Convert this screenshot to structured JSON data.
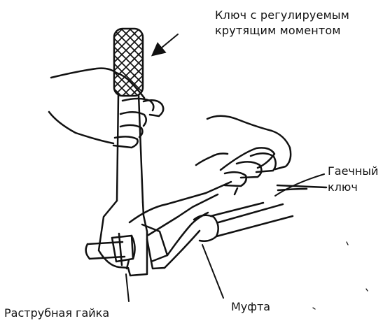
{
  "labels": {
    "torque_wrench": [
      "Ключ с регулируемым",
      "крутящим моментом"
    ],
    "open_end_wrench": [
      "Гаечный",
      "ключ"
    ],
    "coupling": "Муфта",
    "flare_nut": "Раструбная гайка"
  },
  "colors": {
    "line": "#111111",
    "background": "#ffffff"
  }
}
